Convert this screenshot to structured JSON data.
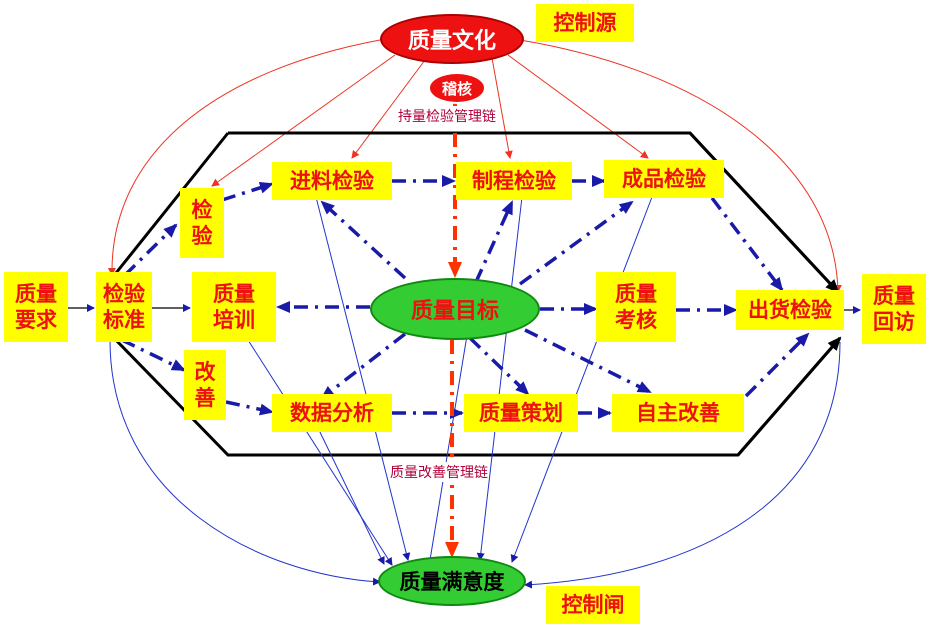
{
  "colors": {
    "box_fill": "#ffff00",
    "box_text": "#ee1111",
    "oval_red": "#ee1111",
    "oval_green": "#33cc33",
    "blue_arrow": "#1a1aa8",
    "red_arrow": "#ff3300",
    "thin_red": "#ee3322",
    "thin_blue": "#2233cc"
  },
  "ovals": {
    "quality_culture": "质量文化",
    "audit": "稽核",
    "quality_goal": "质量目标",
    "quality_satisfaction": "质量满意度"
  },
  "labels": {
    "control_source": "控制源",
    "control_gate": "控制闸",
    "sustain_chain": "持量检验管理链",
    "improve_chain": "质量改善管理链"
  },
  "boxes": {
    "quality_requirement": "质量\n要求",
    "inspection_standard": "检验\n标准",
    "inspection": "检\n验",
    "incoming_inspection": "进料检验",
    "process_inspection": "制程检验",
    "finished_inspection": "成品检验",
    "quality_training": "质量\n培训",
    "quality_assessment": "质量\n考核",
    "shipping_inspection": "出货检验",
    "quality_revisit": "质量\n回访",
    "improvement": "改\n善",
    "data_analysis": "数据分析",
    "quality_planning": "质量策划",
    "self_improvement": "自主改善"
  }
}
